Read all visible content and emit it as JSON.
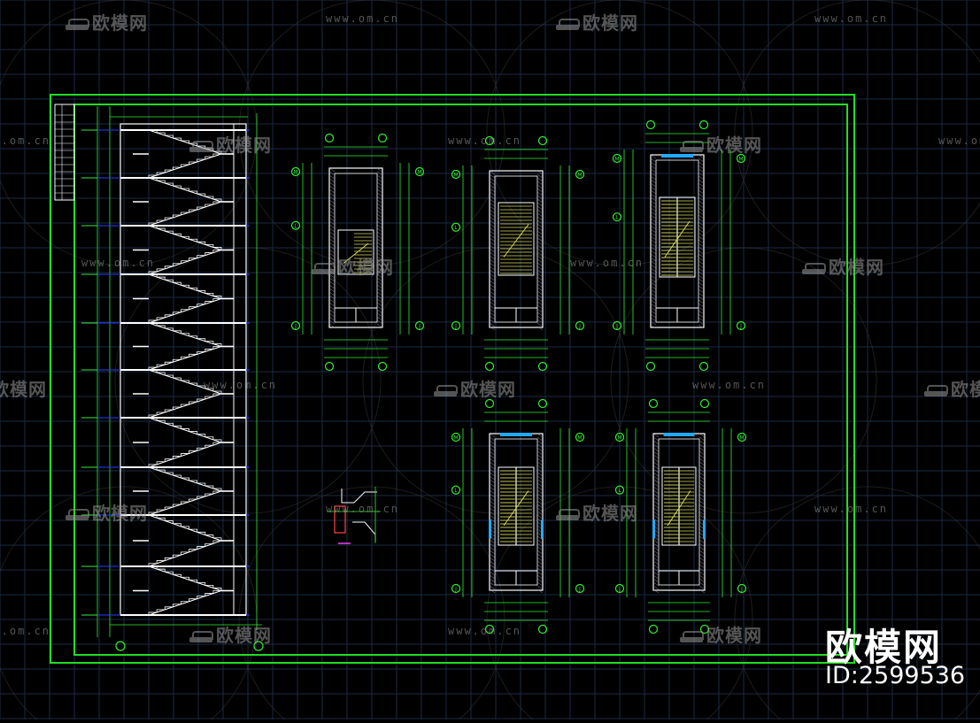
{
  "watermark": {
    "brand_text": "欧模网",
    "site_url": "www.om.cn"
  },
  "brand_badge": {
    "name": "欧模网",
    "id_text": "ID:2599536"
  },
  "drawing": {
    "sheet": "stair section and floor plans",
    "grid_axes": {
      "m": "M",
      "l": "L",
      "j": "J"
    },
    "colors": {
      "background": "#000000",
      "grid": "#1c2a44",
      "frame": "#22dd22",
      "axis_bubble": "#33ee33",
      "wall": "#ffffff",
      "hatch": "#d8d860",
      "dimension": "#33ee33",
      "level_line": "#2a3cff",
      "window": "#22aaff"
    }
  }
}
